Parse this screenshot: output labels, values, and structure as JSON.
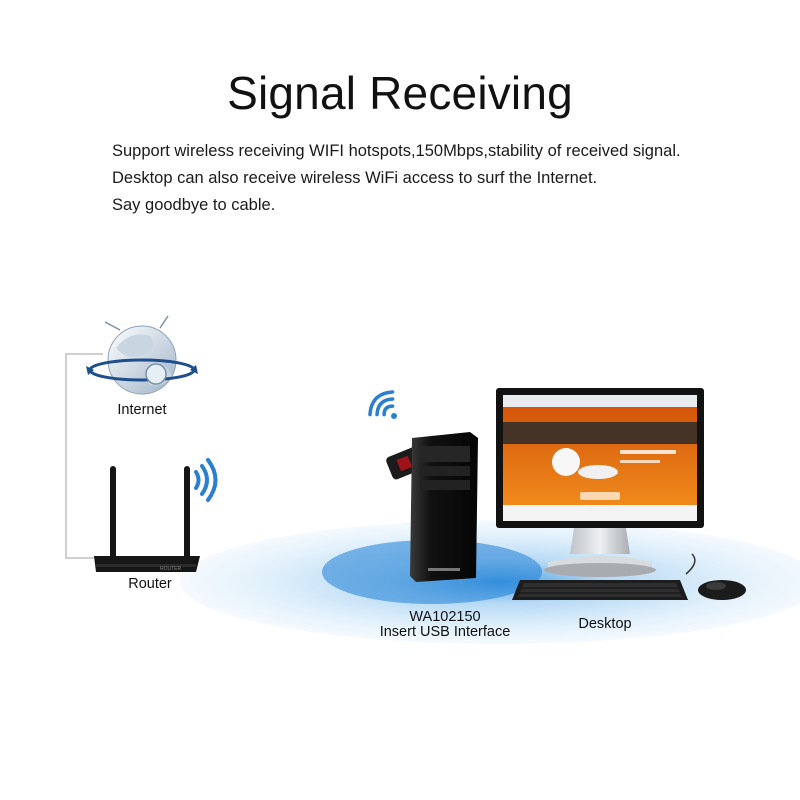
{
  "title": "Signal Receiving",
  "description": [
    "Support wireless receiving WIFI hotspots,150Mbps,stability of received signal.",
    "Desktop can also receive wireless WiFi access to surf the Internet.",
    "Say goodbye to cable."
  ],
  "diagram": {
    "internet_label": "Internet",
    "router_label": "Router",
    "adapter_model": "WA102150",
    "adapter_caption": "Insert USB Interface",
    "desktop_label": "Desktop"
  },
  "colors": {
    "coverage_blue": "#bcdcf4",
    "wifi_blue": "#2b7fd0",
    "site_orange": "#e8640c",
    "device_black": "#1a1a1a"
  },
  "icons": [
    "globe-icon",
    "wifi-signal-icon",
    "router-icon",
    "usb-adapter-icon",
    "pc-tower-icon",
    "monitor-icon",
    "keyboard-icon",
    "mouse-icon"
  ]
}
